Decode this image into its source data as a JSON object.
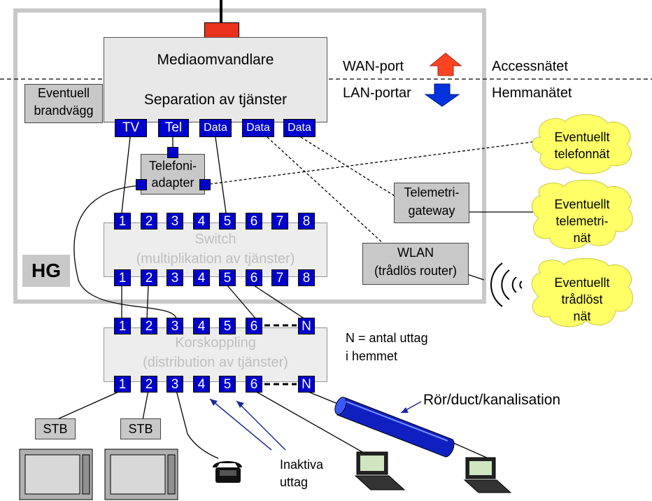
{
  "media_converter": "Mediaomvandlare",
  "separation": "Separation av tjänster",
  "firewall": [
    "Eventuell",
    "brandvägg"
  ],
  "wan_port": "WAN-port",
  "lan_ports": "LAN-portar",
  "access_net": "Accessnätet",
  "home_net": "Hemmanätet",
  "hg_ports": [
    "TV",
    "Tel",
    "Data",
    "Data",
    "Data"
  ],
  "telephony_adapter": [
    "Telefoni-",
    "adapter"
  ],
  "telemetry_gateway": [
    "Telemetri-",
    "gateway"
  ],
  "wlan": [
    "WLAN",
    "(trådlös router)"
  ],
  "switch": [
    "Switch",
    "(multiplikation av tjänster)"
  ],
  "switch_ports": [
    "1",
    "2",
    "3",
    "4",
    "5",
    "6",
    "7",
    "8"
  ],
  "hg_label": "HG",
  "cross_connect": [
    "Korskoppling",
    "(distribution av tjänster)"
  ],
  "cross_ports": [
    "1",
    "2",
    "3",
    "4",
    "5",
    "6",
    "N"
  ],
  "n_note": [
    "N = antal uttag",
    "i hemmet"
  ],
  "clouds": {
    "phone": [
      "Eventuellt",
      "telefonnät"
    ],
    "telemetry": [
      "Eventuellt",
      "telemetri-",
      "nät"
    ],
    "wireless": [
      "Eventuellt",
      "trådlöst",
      "nät"
    ]
  },
  "stb": [
    "STB",
    "STB"
  ],
  "duct": "Rör/duct/kanalisation",
  "inactive": [
    "Inaktiva",
    "uttag"
  ],
  "colors": {
    "port": "#0000cc",
    "up_arrow": "#ff4422",
    "down_arrow": "#0033dd",
    "cloud": "#ffff66",
    "antenna_box": "#e8321e"
  }
}
